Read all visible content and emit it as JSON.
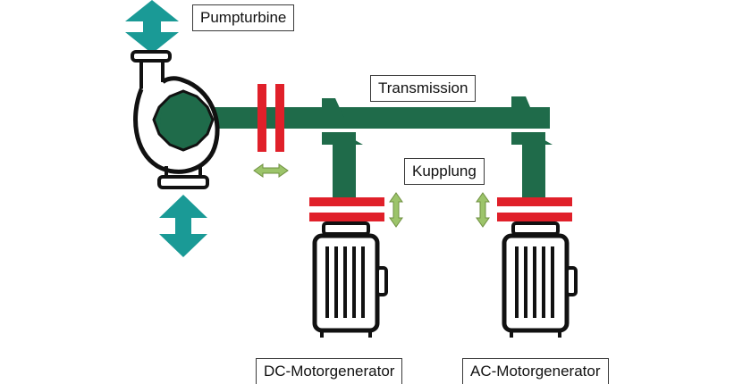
{
  "labels": {
    "pump_turbine": "Pumpturbine",
    "transmission": "Transmission",
    "coupling": "Kupplung",
    "dc_generator": "DC-Motorgenerator",
    "ac_generator": "AC-Motorgenerator"
  },
  "colors": {
    "shaft": "#1f6b4a",
    "coupling": "#e0202a",
    "flow_arrow": "#1a9a96",
    "motion_arrow": "#9cc46a",
    "outline": "#111111"
  },
  "icons": {
    "pump": "pump-turbine-icon",
    "motor": "motor-icon",
    "flow": "double-arrow-vertical-icon",
    "motion": "double-arrow-small-icon"
  }
}
